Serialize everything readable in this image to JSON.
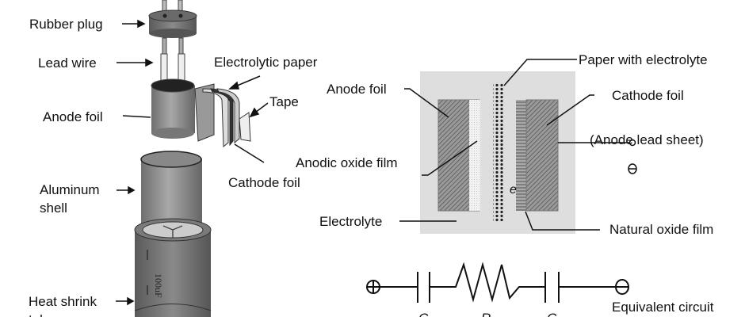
{
  "left_diagram": {
    "labels": {
      "rubber_plug": "Rubber plug",
      "lead_wire": "Lead wire",
      "electrolytic_paper": "Electrolytic paper",
      "tape": "Tape",
      "anode_foil": "Anode foil",
      "cathode_foil": "Cathode foil",
      "aluminum_shell_1": "Aluminum",
      "aluminum_shell_2": "shell",
      "heat_shrink_1": "Heat shrink",
      "heat_shrink_2": "tube"
    },
    "capacitor_marking": "100uF"
  },
  "right_diagram": {
    "labels": {
      "paper_with_electrolyte": "Paper with electrolyte",
      "anode_foil": "Anode foil",
      "cathode_foil": "Cathode foil",
      "anode_lead_sheet": "(Anode lead sheet)",
      "anodic_oxide_film": "Anodic oxide film",
      "electrolyte": "Electrolyte",
      "natural_oxide_film": "Natural oxide film",
      "electron_symbol": "e"
    }
  },
  "circuit": {
    "title": "Equivalent circuit",
    "component_labels": [
      "C",
      "R",
      "C"
    ]
  }
}
